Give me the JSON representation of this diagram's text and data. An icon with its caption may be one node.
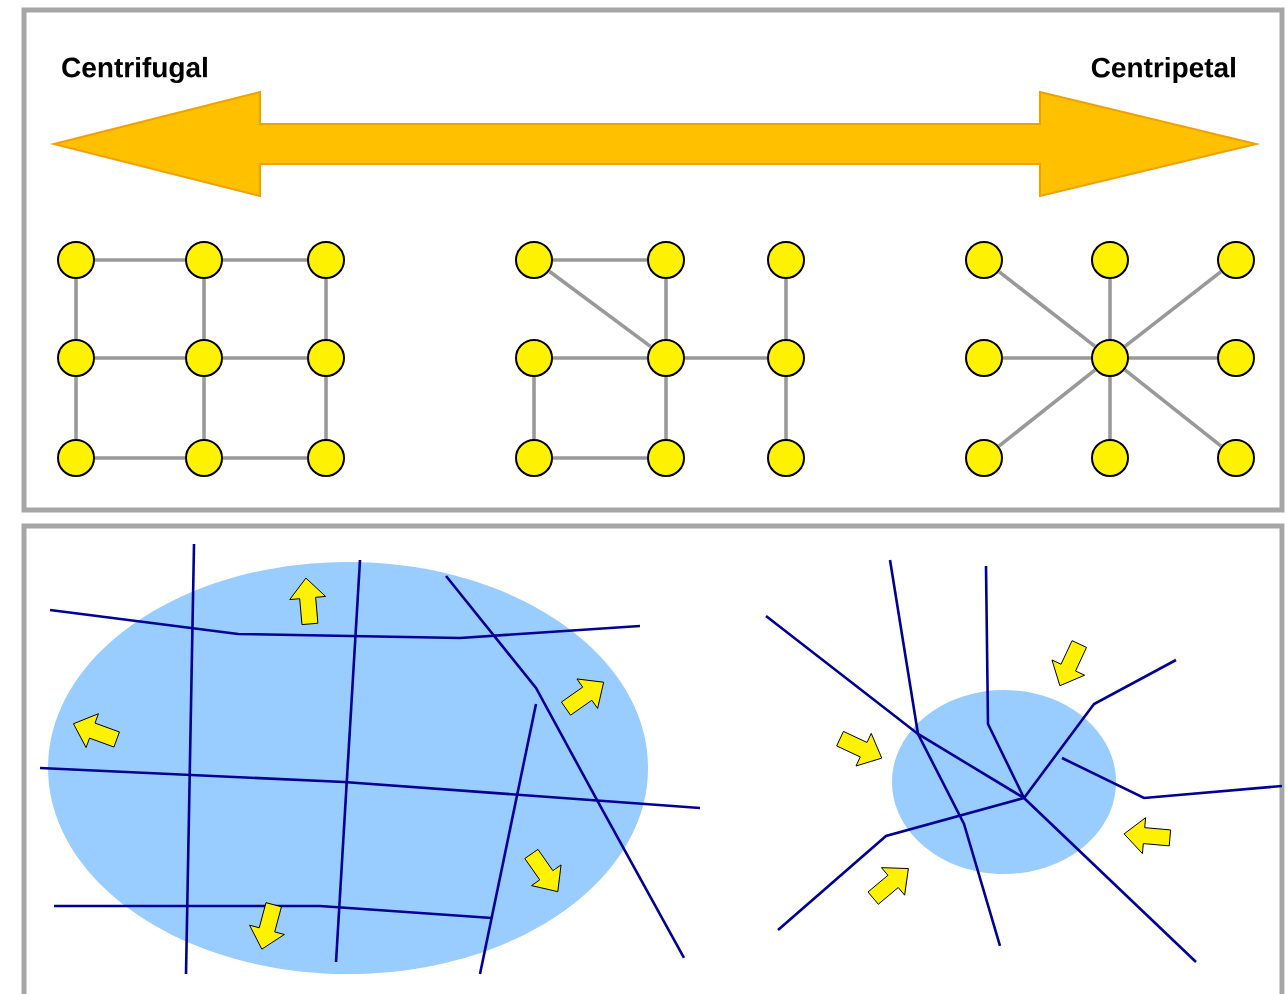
{
  "diagram": {
    "nodes": [
      {
        "text": [],
        "shape": "circle"
      },
      {
        "text": [],
        "shape": "circle"
      },
      {
        "text": [],
        "shape": "circle"
      },
      {
        "text": [],
        "shape": "circle"
      },
      {
        "text": [],
        "shape": "circle"
      },
      {
        "text": [],
        "shape": "circle"
      },
      {
        "text": [],
        "shape": "circle"
      },
      {
        "text": [],
        "shape": "circle"
      },
      {
        "text": [],
        "shape": "circle"
      },
      {
        "text": [],
        "shape": "circle"
      },
      {
        "text": [],
        "shape": "circle"
      },
      {
        "text": [],
        "shape": "circle"
      },
      {
        "text": [],
        "shape": "circle"
      },
      {
        "text": [],
        "shape": "circle"
      },
      {
        "text": [],
        "shape": "circle"
      },
      {
        "text": [],
        "shape": "circle"
      },
      {
        "text": [],
        "shape": "circle"
      },
      {
        "text": [],
        "shape": "circle"
      },
      {
        "text": [],
        "shape": "circle"
      },
      {
        "text": [],
        "shape": "circle"
      },
      {
        "text": [],
        "shape": "circle"
      },
      {
        "text": [],
        "shape": "circle"
      },
      {
        "text": [],
        "shape": "circle"
      },
      {
        "text": [],
        "shape": "circle"
      },
      {
        "text": [],
        "shape": "circle"
      },
      {
        "text": [],
        "shape": "circle"
      },
      {
        "text": [],
        "shape": "circle"
      }
    ],
    "edges": [
      {
        "from": 0,
        "to": 1,
        "arrow": "none"
      },
      {
        "from": 1,
        "to": 2,
        "arrow": "none"
      },
      {
        "from": 3,
        "to": 4,
        "arrow": "none"
      },
      {
        "from": 4,
        "to": 5,
        "arrow": "none"
      },
      {
        "from": 6,
        "to": 7,
        "arrow": "none"
      },
      {
        "from": 7,
        "to": 8,
        "arrow": "none"
      },
      {
        "from": 0,
        "to": 3,
        "arrow": "none"
      },
      {
        "from": 3,
        "to": 6,
        "arrow": "none"
      },
      {
        "from": 1,
        "to": 4,
        "arrow": "none"
      },
      {
        "from": 4,
        "to": 7,
        "arrow": "none"
      },
      {
        "from": 2,
        "to": 5,
        "arrow": "none"
      },
      {
        "from": 5,
        "to": 8,
        "arrow": "none"
      },
      {
        "from": 9,
        "to": 10,
        "arrow": "none"
      },
      {
        "from": 9,
        "to": 13,
        "arrow": "none"
      },
      {
        "from": 10,
        "to": 13,
        "arrow": "none"
      },
      {
        "from": 12,
        "to": 13,
        "arrow": "none"
      },
      {
        "from": 13,
        "to": 14,
        "arrow": "none"
      },
      {
        "from": 11,
        "to": 14,
        "arrow": "none"
      },
      {
        "from": 14,
        "to": 17,
        "arrow": "none"
      },
      {
        "from": 12,
        "to": 15,
        "arrow": "none"
      },
      {
        "from": 13,
        "to": 16,
        "arrow": "none"
      },
      {
        "from": 15,
        "to": 16,
        "arrow": "none"
      },
      {
        "from": 22,
        "to": 18,
        "arrow": "none"
      },
      {
        "from": 22,
        "to": 19,
        "arrow": "none"
      },
      {
        "from": 22,
        "to": 20,
        "arrow": "none"
      },
      {
        "from": 22,
        "to": 21,
        "arrow": "none"
      },
      {
        "from": 22,
        "to": 23,
        "arrow": "none"
      },
      {
        "from": 22,
        "to": 24,
        "arrow": "none"
      },
      {
        "from": 22,
        "to": 25,
        "arrow": "none"
      },
      {
        "from": 22,
        "to": 26,
        "arrow": "none"
      }
    ],
    "labels": [
      "Centrifugal",
      "Centripetal"
    ]
  }
}
